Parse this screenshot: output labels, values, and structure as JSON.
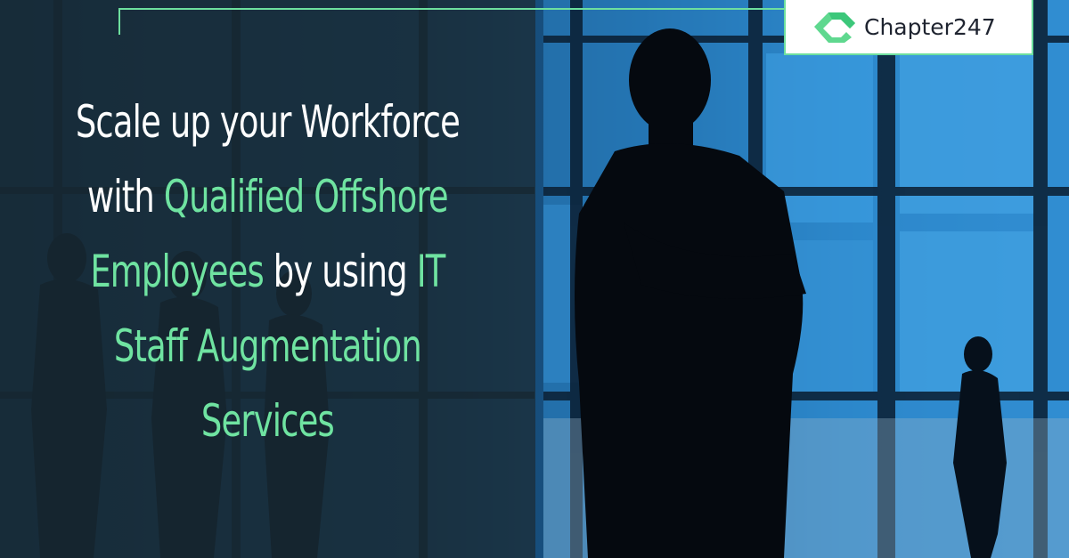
{
  "headline": {
    "line1": {
      "plain": "Scale up your Workforce"
    },
    "line2": {
      "plain": "with ",
      "highlight": "Qualified Offshore"
    },
    "line3": {
      "highlight": "Employees",
      "plain": " by using ",
      "highlight2": "IT"
    },
    "line4": {
      "highlight": "Staff Augmentation"
    },
    "line5": {
      "highlight": "Services"
    }
  },
  "logo": {
    "text": "Chapter247",
    "icon": "chapter247-logo-icon"
  },
  "colors": {
    "accent_green": "#6fe3a1",
    "overlay_dark": "#1c2c34",
    "text_white": "#ffffff",
    "logo_text": "#1f2430",
    "sky_blue": "#3a9ae0"
  }
}
